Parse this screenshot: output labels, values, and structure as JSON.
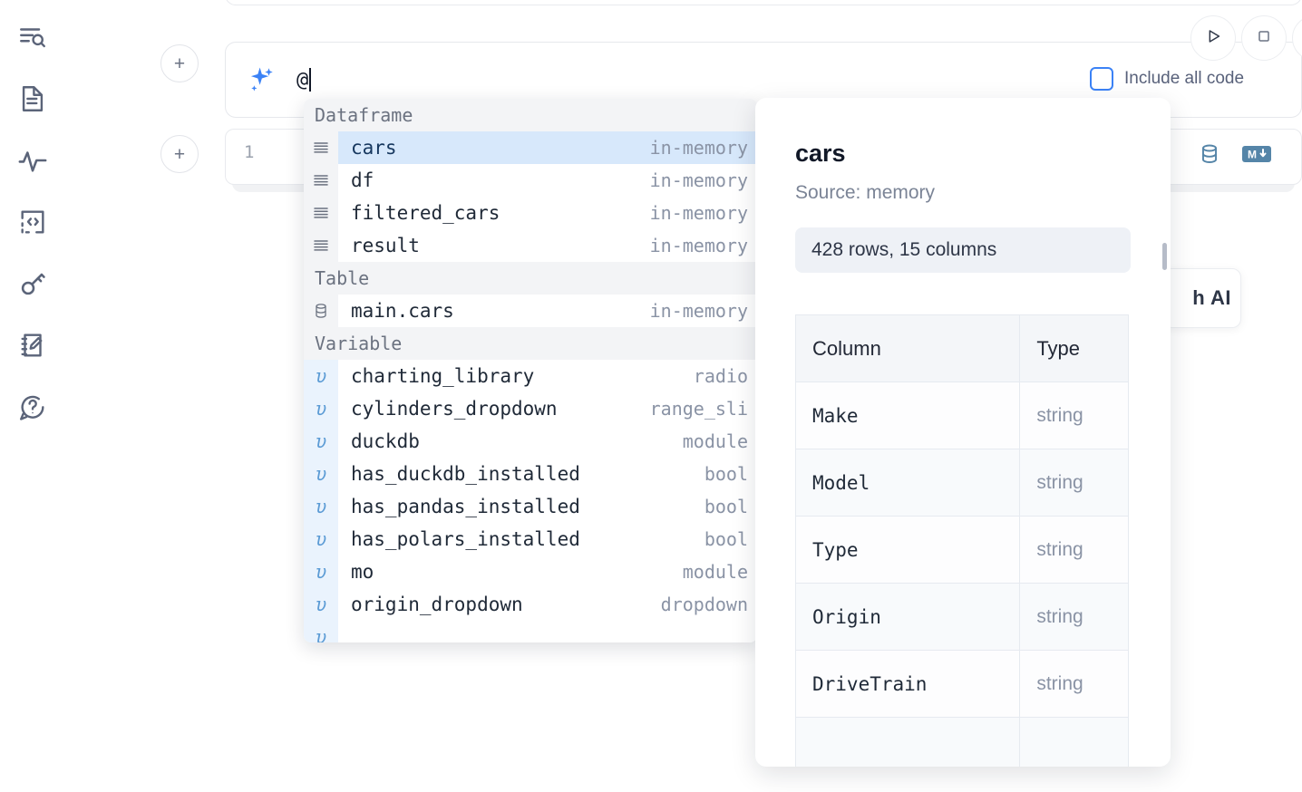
{
  "sidebar": {
    "items": [
      {
        "name": "search-outline-icon",
        "label": "Outline search"
      },
      {
        "name": "document-icon",
        "label": "Notebook"
      },
      {
        "name": "activity-icon",
        "label": "Activity"
      },
      {
        "name": "code-snippet-icon",
        "label": "Snippets"
      },
      {
        "name": "key-icon",
        "label": "Secrets"
      },
      {
        "name": "scratchpad-icon",
        "label": "Scratchpad"
      },
      {
        "name": "help-chat-icon",
        "label": "Help"
      }
    ]
  },
  "toolbar": {
    "add_label": "+",
    "run_label": "Run",
    "stop_label": "Stop",
    "include_all_code_label": "Include all code",
    "include_all_code_checked": false
  },
  "prompt": {
    "icon": "sparkle-icon",
    "value": "@",
    "placeholder": ""
  },
  "cell": {
    "line_number": "1",
    "icons": [
      {
        "name": "database-icon"
      },
      {
        "name": "markdown-icon",
        "label": "M"
      }
    ]
  },
  "ai_card": {
    "text": "h AI"
  },
  "dropdown": {
    "groups": [
      {
        "label": "Dataframe",
        "icon": "dataframe-icon",
        "items": [
          {
            "name": "cars",
            "type": "in-memory",
            "selected": true
          },
          {
            "name": "df",
            "type": "in-memory",
            "selected": false
          },
          {
            "name": "filtered_cars",
            "type": "in-memory",
            "selected": false
          },
          {
            "name": "result",
            "type": "in-memory",
            "selected": false
          }
        ]
      },
      {
        "label": "Table",
        "icon": "table-db-icon",
        "items": [
          {
            "name": "main.cars",
            "type": "in-memory",
            "selected": false
          }
        ]
      },
      {
        "label": "Variable",
        "icon": "variable-icon",
        "items": [
          {
            "name": "charting_library",
            "type": "radio",
            "selected": false
          },
          {
            "name": "cylinders_dropdown",
            "type": "range_sli",
            "selected": false
          },
          {
            "name": "duckdb",
            "type": "module",
            "selected": false
          },
          {
            "name": "has_duckdb_installed",
            "type": "bool",
            "selected": false
          },
          {
            "name": "has_pandas_installed",
            "type": "bool",
            "selected": false
          },
          {
            "name": "has_polars_installed",
            "type": "bool",
            "selected": false
          },
          {
            "name": "mo",
            "type": "module",
            "selected": false
          },
          {
            "name": "origin_dropdown",
            "type": "dropdown",
            "selected": false
          }
        ]
      }
    ]
  },
  "preview": {
    "title": "cars",
    "source": "Source: memory",
    "stats": "428 rows, 15 columns",
    "table": {
      "headers": [
        "Column",
        "Type"
      ],
      "rows": [
        [
          "Make",
          "string"
        ],
        [
          "Model",
          "string"
        ],
        [
          "Type",
          "string"
        ],
        [
          "Origin",
          "string"
        ],
        [
          "DriveTrain",
          "string"
        ]
      ]
    }
  },
  "colors": {
    "accent_blue": "#3b82f6",
    "selected_row": "#d7e8fb",
    "icon_blue": "#5585a8",
    "muted_text": "#8a93a5"
  }
}
